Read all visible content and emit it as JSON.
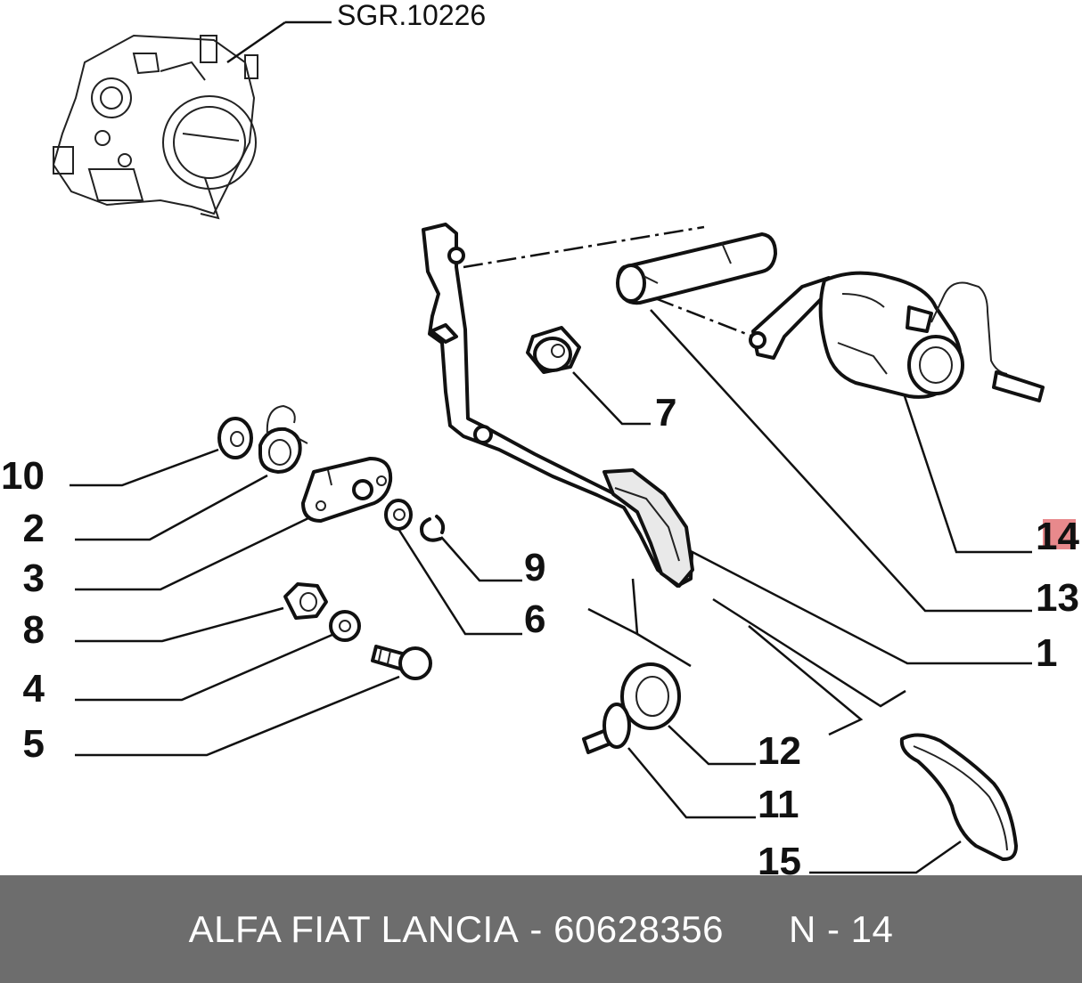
{
  "diagram": {
    "reference_label": "SGR.10226",
    "part_labels": [
      "10",
      "2",
      "3",
      "8",
      "4",
      "5",
      "7",
      "9",
      "6",
      "14",
      "13",
      "1",
      "12",
      "11",
      "15"
    ],
    "highlighted_label": "14",
    "highlight_color": "#e8898c"
  },
  "footer": {
    "brand": "ALFA FIAT LANCIA",
    "separator": " - ",
    "part_number": "60628356",
    "position_label": "N - 14",
    "background_color": "#6d6d6d",
    "text_color": "#ffffff"
  }
}
